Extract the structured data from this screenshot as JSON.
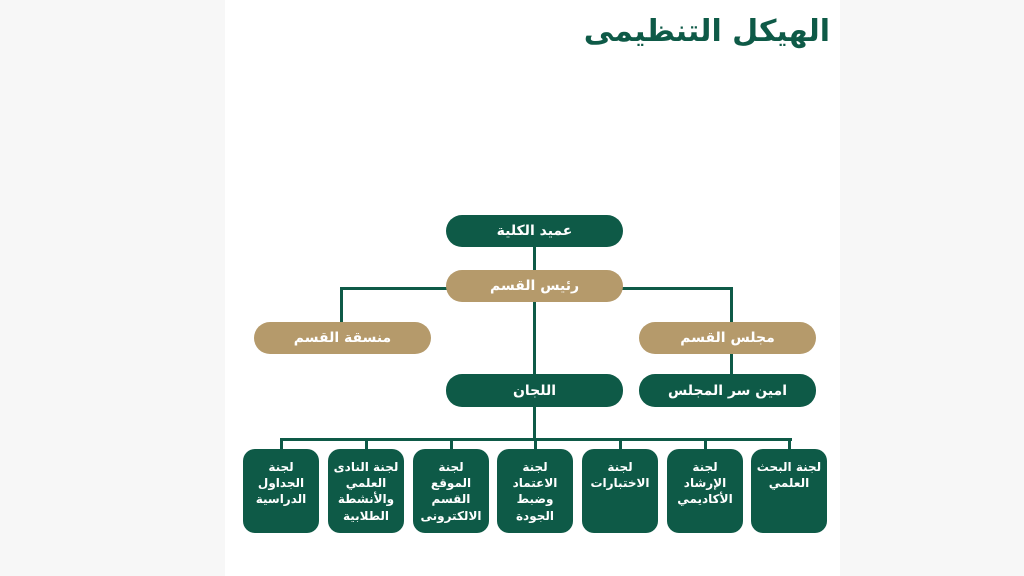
{
  "title": "الهيكل التنظيمى",
  "colors": {
    "primary": "#0e5a47",
    "accent": "#b59a6b"
  },
  "nodes": {
    "dean": "عميد الكلية",
    "head": "رئيس القسم",
    "coordinator": "منسقة القسم",
    "council": "مجلس القسم",
    "committees": "اللجان",
    "secretary": "امين سر المجلس"
  },
  "committees": [
    "لجنة البحث العلمي",
    "لجنة الإرشاد الأكاديمي",
    "لجنة الاختبارات",
    "لجنة الاعتماد وضبط الجودة",
    "لجنة الموقع القسم الالكترونى",
    "لجنة النادى العلمي والأنشطة الطلابية",
    "لجنة الجداول الدراسية"
  ]
}
